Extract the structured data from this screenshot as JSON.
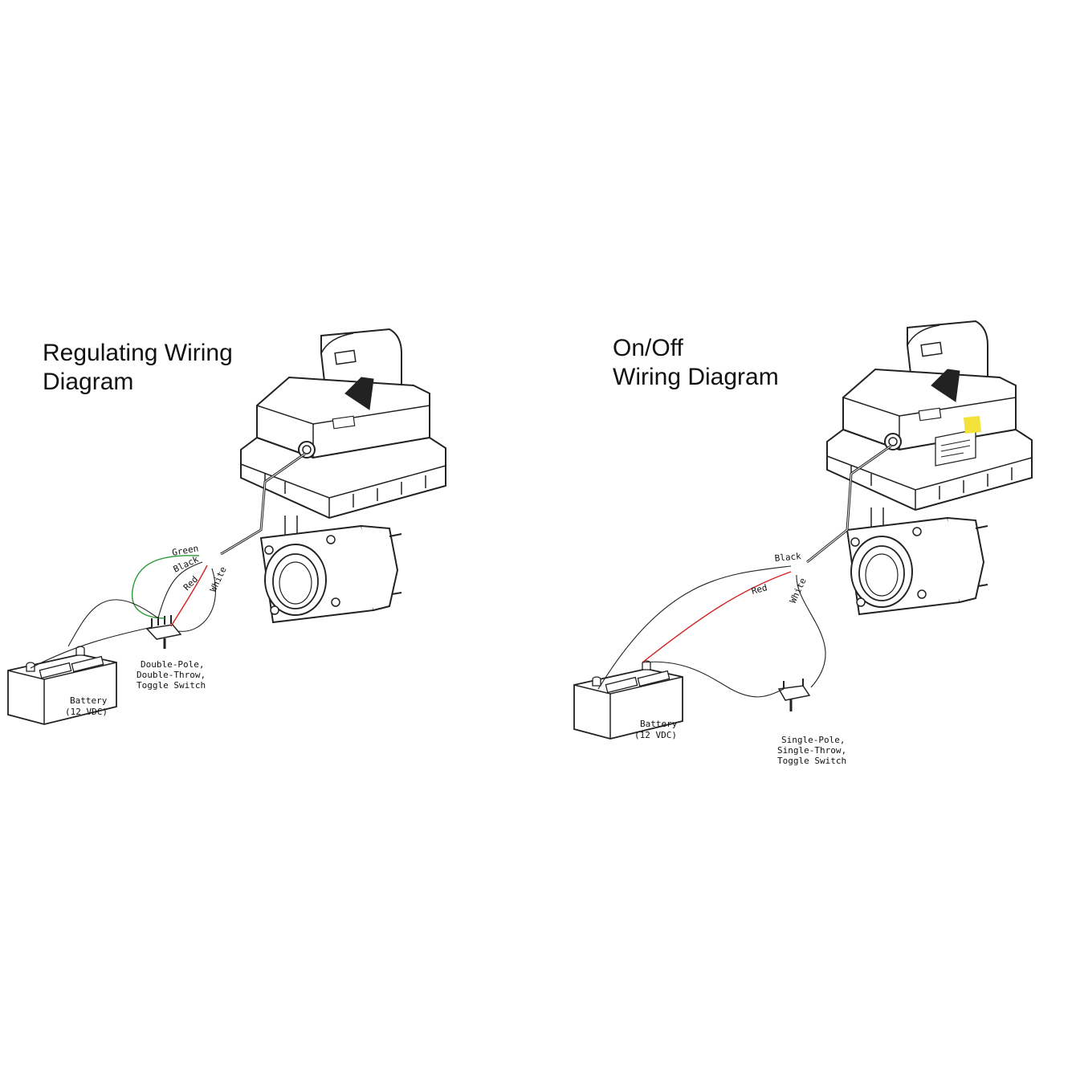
{
  "left": {
    "title_line1": "Regulating Wiring",
    "title_line2": "Diagram",
    "wire_labels": {
      "green": "Green",
      "black": "Black",
      "red": "Red",
      "white": "White"
    },
    "battery_line1": "Battery",
    "battery_line2": "(12 VDC)",
    "switch_line1": "Double-Pole,",
    "switch_line2": "Double-Throw,",
    "switch_line3": "Toggle Switch"
  },
  "right": {
    "title_line1": "On/Off",
    "title_line2": "Wiring Diagram",
    "wire_labels": {
      "black": "Black",
      "red": "Red",
      "white": "White"
    },
    "battery_line1": "Battery",
    "battery_line2": "(12 VDC)",
    "switch_line1": "Single-Pole,",
    "switch_line2": "Single-Throw,",
    "switch_line3": "Toggle Switch"
  },
  "colors": {
    "wire_green": "#2e9a3c",
    "wire_red": "#d42020",
    "label_yellow": "#f2e23a",
    "line": "#222222"
  }
}
